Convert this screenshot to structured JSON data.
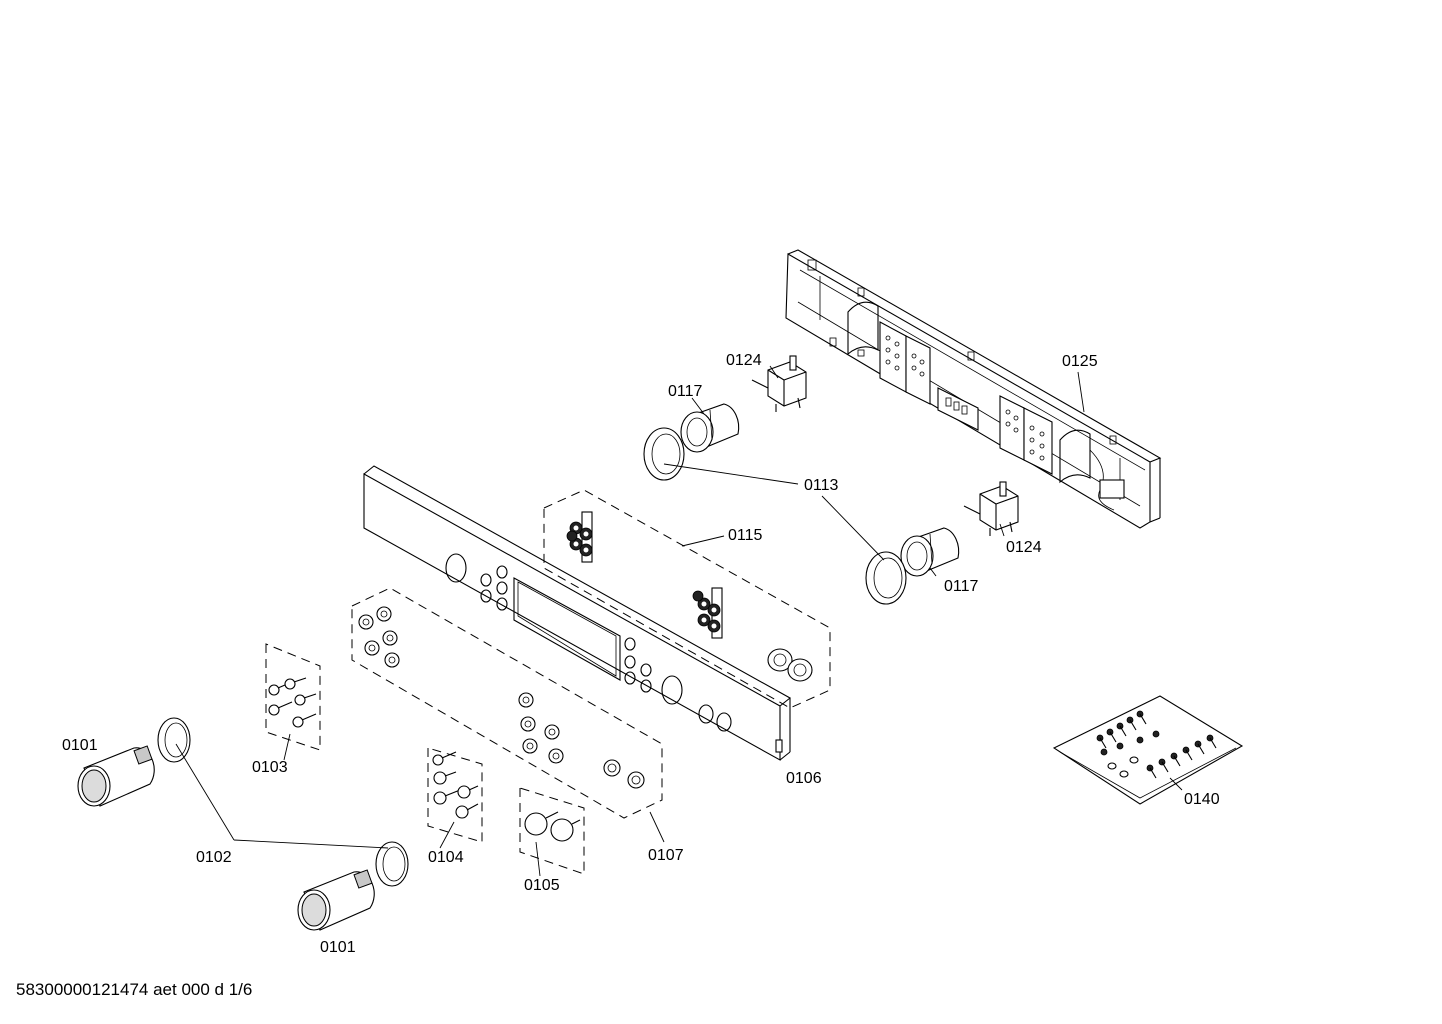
{
  "diagram": {
    "labels": {
      "p0101_top": "0101",
      "p0101_bottom": "0101",
      "p0102": "0102",
      "p0103": "0103",
      "p0104": "0104",
      "p0105": "0105",
      "p0106": "0106",
      "p0107": "0107",
      "p0113": "0113",
      "p0115": "0115",
      "p0117_top": "0117",
      "p0117_bottom": "0117",
      "p0124_top": "0124",
      "p0124_bottom": "0124",
      "p0125": "0125",
      "p0140": "0140"
    },
    "document_id": "58300000121474 aet 000 d 1/6"
  }
}
